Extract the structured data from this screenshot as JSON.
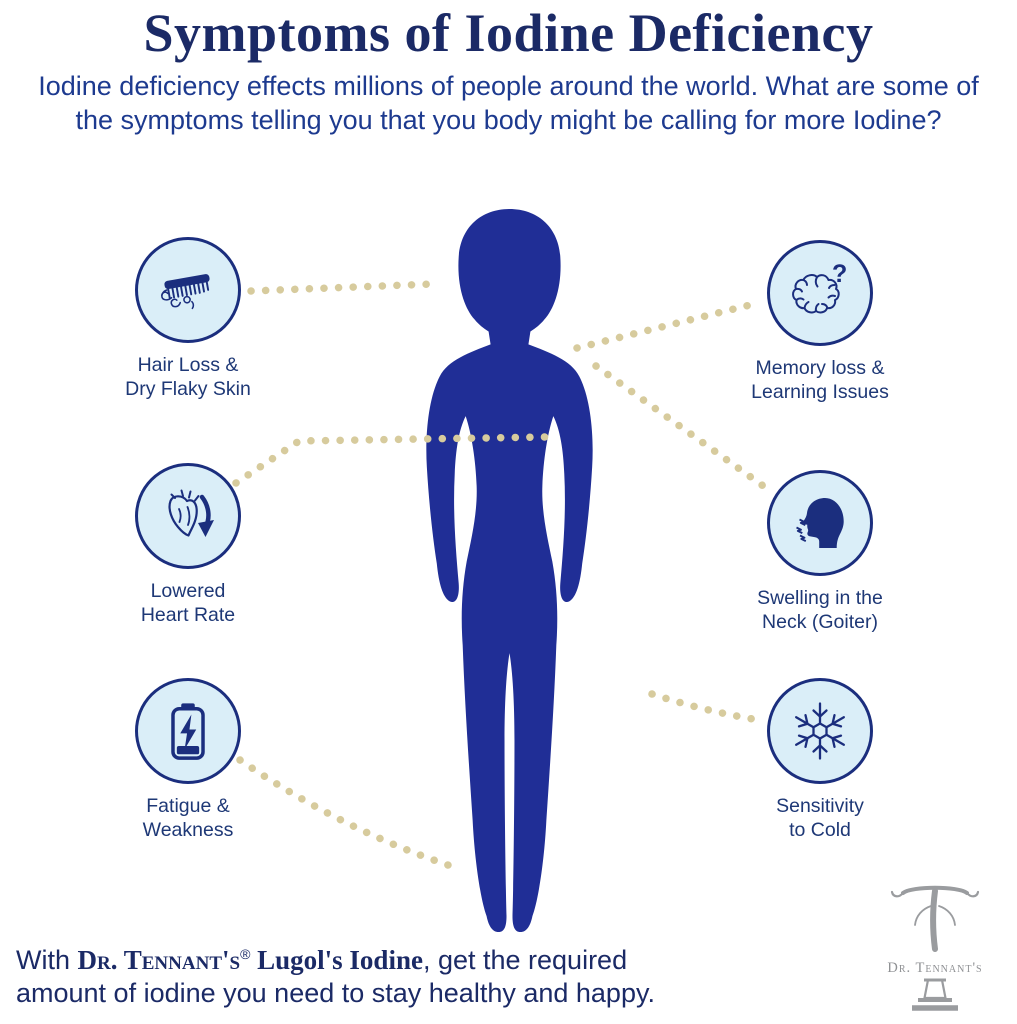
{
  "title": "Symptoms of Iodine Deficiency",
  "subtitle": "Iodine deficiency effects millions of people around the world. What are some of the symptoms telling you that you body might be calling for more Iodine?",
  "symptoms": {
    "hair": {
      "icon": "comb-hair-icon",
      "label": "Hair Loss &\nDry Flaky Skin"
    },
    "memory": {
      "icon": "brain-icon",
      "label": "Memory loss &\nLearning Issues",
      "question_mark": "?"
    },
    "heart": {
      "icon": "heart-arrow-icon",
      "label": "Lowered\nHeart Rate"
    },
    "goiter": {
      "icon": "neck-profile-icon",
      "label": "Swelling in the\nNeck (Goiter)"
    },
    "fatigue": {
      "icon": "battery-bolt-icon",
      "label": "Fatigue &\nWeakness"
    },
    "cold": {
      "icon": "snowflake-icon",
      "label": "Sensitivity\nto Cold"
    }
  },
  "footer": {
    "line1_prefix": "With ",
    "brand": "Dr. Tennant's",
    "registered": "®",
    "product": " Lugol's Iodine",
    "line1_suffix": ", get the required",
    "line2": "amount of iodine you need to stay healthy and happy."
  },
  "logo": {
    "text": "Dr. Tennant's"
  },
  "colors": {
    "title_navy": "#1b2a66",
    "text_blue": "#1d3a8f",
    "label_blue": "#1e3876",
    "silhouette_blue": "#202e96",
    "icon_stroke": "#1b2e7e",
    "icon_background": "#daeef8",
    "dotted_line_beige": "#d7cb9d",
    "logo_gray": "#95979a"
  }
}
